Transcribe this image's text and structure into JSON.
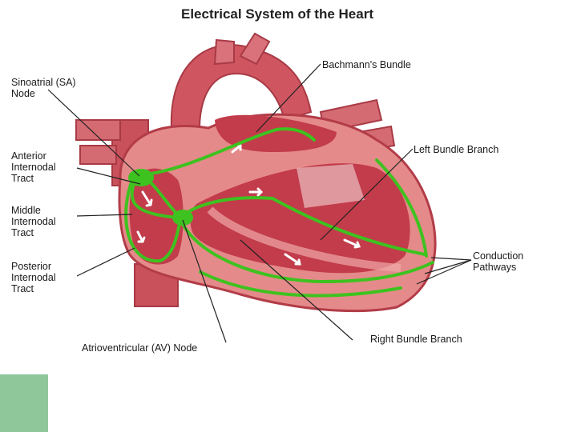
{
  "diagram": {
    "title": "Electrical System of the Heart",
    "labels": {
      "sa_node_1": "Sinoatrial (SA)",
      "sa_node_2": "Node",
      "anterior_1": "Anterior",
      "anterior_2": "Internodal",
      "anterior_3": "Tract",
      "middle_1": "Middle",
      "middle_2": "Internodal",
      "middle_3": "Tract",
      "posterior_1": "Posterior",
      "posterior_2": "Internodal",
      "posterior_3": "Tract",
      "av_node": "Atrioventricular (AV) Node",
      "bachmann": "Bachmann's Bundle",
      "left_bundle": "Left Bundle Branch",
      "conduction_1": "Conduction",
      "conduction_2": "Pathways",
      "right_bundle": "Right Bundle Branch"
    }
  },
  "colors": {
    "heart_outer": "#c84a55",
    "heart_wall": "#e58a8a",
    "heart_inner": "#b83a48",
    "conduction": "#3ec21f",
    "corner_block": "#8fc79a"
  }
}
